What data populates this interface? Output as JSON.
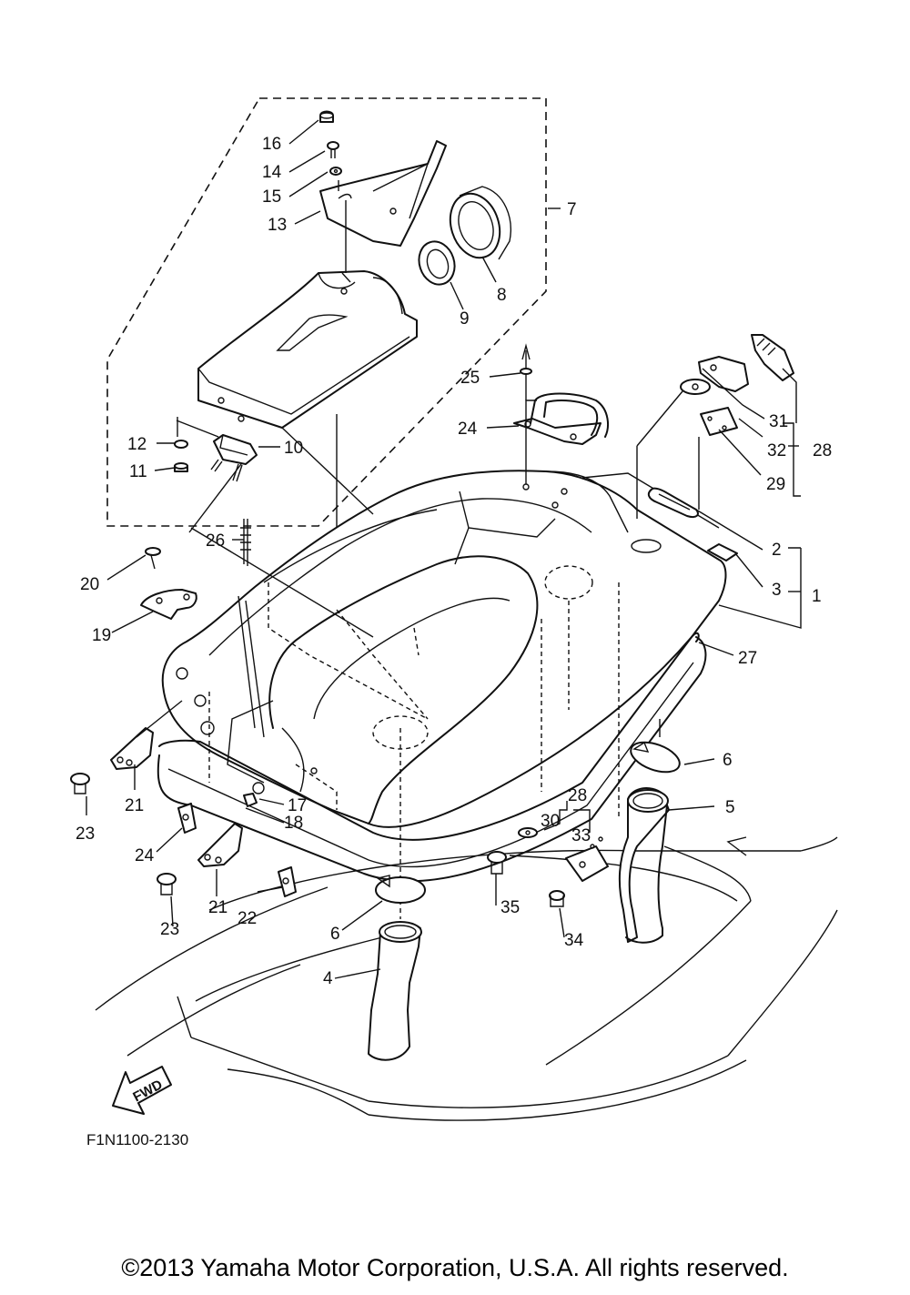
{
  "diagram": {
    "labels": [
      {
        "id": "16",
        "text": "16"
      },
      {
        "id": "14",
        "text": "14"
      },
      {
        "id": "15",
        "text": "15"
      },
      {
        "id": "13",
        "text": "13"
      },
      {
        "id": "7",
        "text": "7"
      },
      {
        "id": "8",
        "text": "8"
      },
      {
        "id": "9",
        "text": "9"
      },
      {
        "id": "25",
        "text": "25"
      },
      {
        "id": "24a",
        "text": "24"
      },
      {
        "id": "12",
        "text": "12"
      },
      {
        "id": "10",
        "text": "10"
      },
      {
        "id": "11",
        "text": "11"
      },
      {
        "id": "31",
        "text": "31"
      },
      {
        "id": "32",
        "text": "32"
      },
      {
        "id": "28a",
        "text": "28"
      },
      {
        "id": "29",
        "text": "29"
      },
      {
        "id": "26",
        "text": "26"
      },
      {
        "id": "2",
        "text": "2"
      },
      {
        "id": "3",
        "text": "3"
      },
      {
        "id": "1",
        "text": "1"
      },
      {
        "id": "20",
        "text": "20"
      },
      {
        "id": "19",
        "text": "19"
      },
      {
        "id": "27",
        "text": "27"
      },
      {
        "id": "6a",
        "text": "6"
      },
      {
        "id": "5",
        "text": "5"
      },
      {
        "id": "21a",
        "text": "21"
      },
      {
        "id": "17",
        "text": "17"
      },
      {
        "id": "18",
        "text": "18"
      },
      {
        "id": "23a",
        "text": "23"
      },
      {
        "id": "28b",
        "text": "28"
      },
      {
        "id": "30",
        "text": "30"
      },
      {
        "id": "33",
        "text": "33"
      },
      {
        "id": "24b",
        "text": "24"
      },
      {
        "id": "21b",
        "text": "21"
      },
      {
        "id": "35",
        "text": "35"
      },
      {
        "id": "22",
        "text": "22"
      },
      {
        "id": "23b",
        "text": "23"
      },
      {
        "id": "6b",
        "text": "6"
      },
      {
        "id": "34",
        "text": "34"
      },
      {
        "id": "4",
        "text": "4"
      }
    ],
    "fwd_arrow": "FWD",
    "drawing_code": "F1N1100-2130"
  },
  "copyright": "©2013 Yamaha Motor Corporation, U.S.A. All rights reserved."
}
